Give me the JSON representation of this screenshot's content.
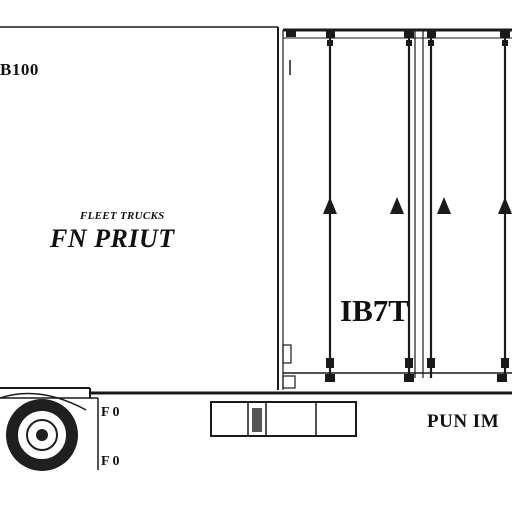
{
  "truck": {
    "code_label": "B100",
    "brand_small": "FLEET TRUCKS",
    "brand_main": "FN PRIUT",
    "door_number": "IB7T",
    "bottom_label": "PUN IM",
    "axle_mark_top": "F 0",
    "axle_mark_bottom": "F 0"
  },
  "colors": {
    "line": "#1a1a1a",
    "body": "#ffffff",
    "wheel": "#1f1f1f"
  }
}
